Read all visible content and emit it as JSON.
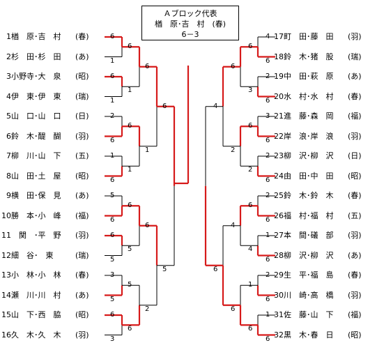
{
  "title": {
    "line1": "Ａブロック代表",
    "line2": "楢　原･吉　村　(春)",
    "line3": "6－3"
  },
  "teams_left": [
    {
      "num": "1",
      "name": "楢　原･吉　村",
      "org": "(春)"
    },
    {
      "num": "2",
      "name": "杉　田･杉　田",
      "org": "(あ)"
    },
    {
      "num": "3",
      "name": "小野寺･大　泉",
      "org": "(昭)"
    },
    {
      "num": "4",
      "name": "伊　東･伊　東",
      "org": "(瑞)"
    },
    {
      "num": "5",
      "name": "山　口･山　口",
      "org": "(日)"
    },
    {
      "num": "6",
      "name": "鈴　木･醍　醐",
      "org": "(羽)"
    },
    {
      "num": "7",
      "name": "柳　川･山　下",
      "org": "(五)"
    },
    {
      "num": "8",
      "name": "山　田･土　屋",
      "org": "(昭)"
    },
    {
      "num": "9",
      "name": "横　田･保　見",
      "org": "(あ)"
    },
    {
      "num": "10",
      "name": "勝　本･小　峰",
      "org": "(福)"
    },
    {
      "num": "11",
      "name": "　関　･平　野",
      "org": "(羽)"
    },
    {
      "num": "12",
      "name": "細　谷･　東　",
      "org": "(瑞)"
    },
    {
      "num": "13",
      "name": "小　林･小　林",
      "org": "(春)"
    },
    {
      "num": "14",
      "name": "瀬　川･川　村",
      "org": "(あ)"
    },
    {
      "num": "15",
      "name": "山　下･西　脇",
      "org": "(昭)"
    },
    {
      "num": "16",
      "name": "久　木･久　木",
      "org": "(羽)"
    }
  ],
  "teams_right": [
    {
      "num": "17",
      "name": "町　田･藤　田",
      "org": "(羽)"
    },
    {
      "num": "18",
      "name": "鈴　木･猪　股",
      "org": "(瑞)"
    },
    {
      "num": "19",
      "name": "中　田･萩　原",
      "org": "(あ)"
    },
    {
      "num": "20",
      "name": "水　村･水　村",
      "org": "(春)"
    },
    {
      "num": "21",
      "name": "進　藤･森　岡",
      "org": "(福)"
    },
    {
      "num": "22",
      "name": "岸　浪･岸　浪",
      "org": "(羽)"
    },
    {
      "num": "23",
      "name": "柳　沢･柳　沢",
      "org": "(日)"
    },
    {
      "num": "24",
      "name": "由　田･中　田",
      "org": "(昭)"
    },
    {
      "num": "25",
      "name": "鈴　木･鈴　木",
      "org": "(春)"
    },
    {
      "num": "26",
      "name": "福　村･福　村",
      "org": "(五)"
    },
    {
      "num": "27",
      "name": "本　間･礒　部",
      "org": "(羽)"
    },
    {
      "num": "28",
      "name": "柳　沢･柳　沢",
      "org": "(あ)"
    },
    {
      "num": "29",
      "name": "生　平･福　島",
      "org": "(春)"
    },
    {
      "num": "30",
      "name": "川　崎･高　橋",
      "org": "(羽)"
    },
    {
      "num": "31",
      "name": "佐　藤･山　下",
      "org": "(福)"
    },
    {
      "num": "32",
      "name": "黒　木･春　日",
      "org": "(昭)"
    }
  ],
  "scores": {
    "left_r1": [
      "6",
      "1",
      "6",
      "1",
      "2",
      "6",
      "1",
      "6",
      "5",
      "6",
      "6",
      "5",
      "3",
      "5",
      "6",
      "3"
    ],
    "left_r2": [
      "6",
      "1",
      "6",
      "1",
      "6",
      "5",
      "5",
      "6"
    ],
    "left_r3": [
      "6",
      "1",
      "6",
      "2"
    ],
    "left_r4": [
      "6",
      "5"
    ],
    "right_r1": [
      "4",
      "6",
      "2",
      "6",
      "3",
      "6",
      "2",
      "6",
      "2",
      "6",
      "1",
      "6",
      "2",
      "6",
      "1",
      "6"
    ],
    "right_r2": [
      "6",
      "3",
      "6",
      "2",
      "6",
      "4",
      "1",
      "6"
    ],
    "right_r3": [
      "6",
      "2",
      "4",
      "6"
    ],
    "right_r4": [
      "4",
      "6"
    ]
  },
  "colors": {
    "win": "#d61a1a",
    "line": "#000000"
  }
}
